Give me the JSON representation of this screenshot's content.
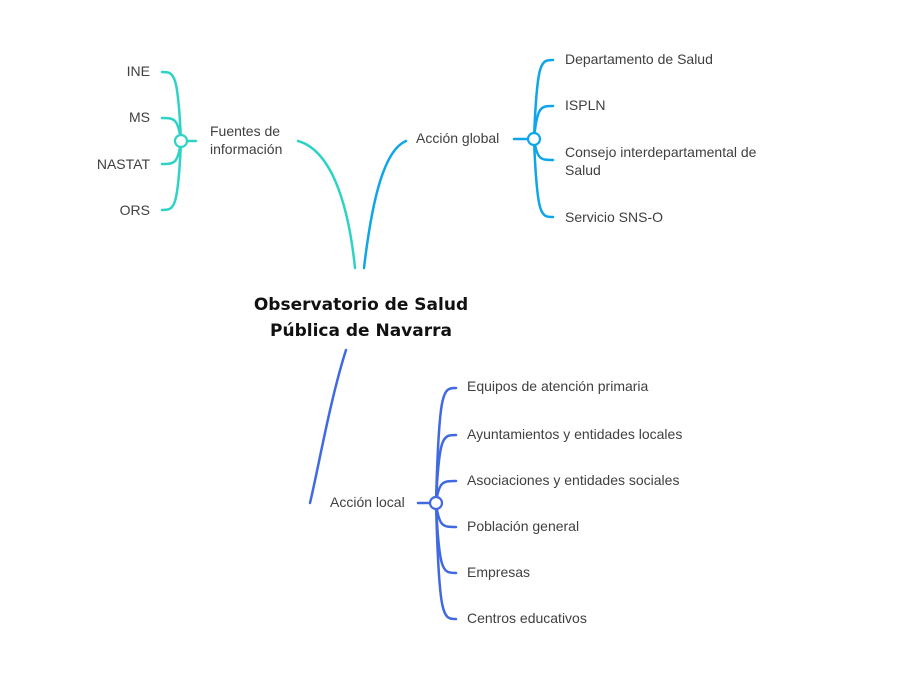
{
  "root": {
    "line1": "Observatorio de Salud",
    "line2": "Pública de Navarra"
  },
  "fuentes": {
    "color": "#2ED3C6",
    "label_line1": "Fuentes de",
    "label_line2": "información",
    "children": [
      "INE",
      "MS",
      "NASTAT",
      "ORS"
    ]
  },
  "global": {
    "color": "#0EA5E9",
    "label": "Acción global",
    "child1": "Departamento de Salud",
    "child2": "ISPLN",
    "child3_line1": "Consejo interdepartamental de",
    "child3_line2": "Salud",
    "child4": "Servicio SNS-O"
  },
  "local": {
    "color": "#4169E1",
    "label": "Acción local",
    "children": [
      "Equipos de atención primaria",
      "Ayuntamientos y entidades locales",
      "Asociaciones y entidades sociales",
      "Población general",
      "Empresas",
      "Centros educativos"
    ]
  }
}
